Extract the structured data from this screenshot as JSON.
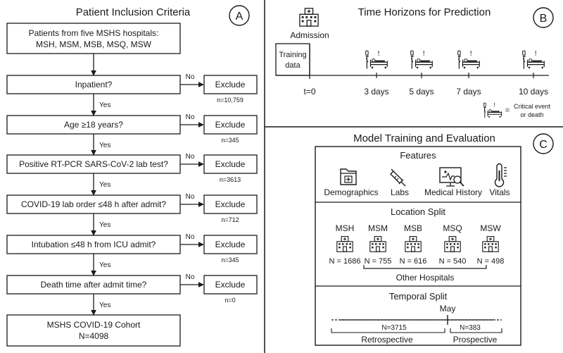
{
  "panelA": {
    "title": "Patient Inclusion Criteria",
    "letter": "A",
    "start_line1": "Patients from five MSHS hospitals:",
    "start_line2": "MSH, MSM, MSB, MSQ, MSW",
    "steps": [
      {
        "question": "Inpatient?",
        "yes": "Yes",
        "no": "No",
        "exclude": "Exclude",
        "count": "n=10,759"
      },
      {
        "question": "Age ≥18 years?",
        "yes": "Yes",
        "no": "No",
        "exclude": "Exclude",
        "count": "n=345"
      },
      {
        "question": "Positive RT-PCR SARS-CoV-2 lab test?",
        "yes": "Yes",
        "no": "No",
        "exclude": "Exclude",
        "count": "n=3613"
      },
      {
        "question": "COVID-19 lab order ≤48 h after admit?",
        "yes": "Yes",
        "no": "No",
        "exclude": "Exclude",
        "count": "n=712"
      },
      {
        "question": "Intubation ≤48 h from ICU admit?",
        "yes": "Yes",
        "no": "No",
        "exclude": "Exclude",
        "count": "n=345"
      },
      {
        "question": "Death time after admit time?",
        "yes": "Yes",
        "no": "No",
        "exclude": "Exclude",
        "count": "n=0"
      }
    ],
    "final_line1": "MSHS COVID-19 Cohort",
    "final_line2": "N=4098"
  },
  "panelB": {
    "title": "Time Horizons for Prediction",
    "letter": "B",
    "admission": "Admission",
    "training_line1": "Training",
    "training_line2": "data",
    "t0": "t=0",
    "horizons": [
      "3 days",
      "5 days",
      "7 days",
      "10 days"
    ],
    "legend_eq": "=",
    "legend_line1": "Critical event",
    "legend_line2": "or death"
  },
  "panelC": {
    "title": "Model Training and Evaluation",
    "letter": "C",
    "features_title": "Features",
    "features": [
      {
        "label": "Demographics",
        "icon": "demographics-icon"
      },
      {
        "label": "Labs",
        "icon": "syringe-icon"
      },
      {
        "label": "Medical History",
        "icon": "monitor-icon"
      },
      {
        "label": "Vitals",
        "icon": "thermometer-icon"
      }
    ],
    "location_title": "Location Split",
    "hospitals": [
      {
        "name": "MSH",
        "count": "N = 1686"
      },
      {
        "name": "MSM",
        "count": "N = 755"
      },
      {
        "name": "MSB",
        "count": "N = 616"
      },
      {
        "name": "MSQ",
        "count": "N = 540"
      },
      {
        "name": "MSW",
        "count": "N = 498"
      }
    ],
    "other_hospitals": "Other Hospitals",
    "temporal_title": "Temporal Split",
    "may": "May",
    "retro_count": "N=3715",
    "pro_count": "N=383",
    "retro_label": "Retrospective",
    "pro_label": "Prospective"
  },
  "colors": {
    "stroke": "#1a1a1a",
    "background": "#ffffff"
  }
}
